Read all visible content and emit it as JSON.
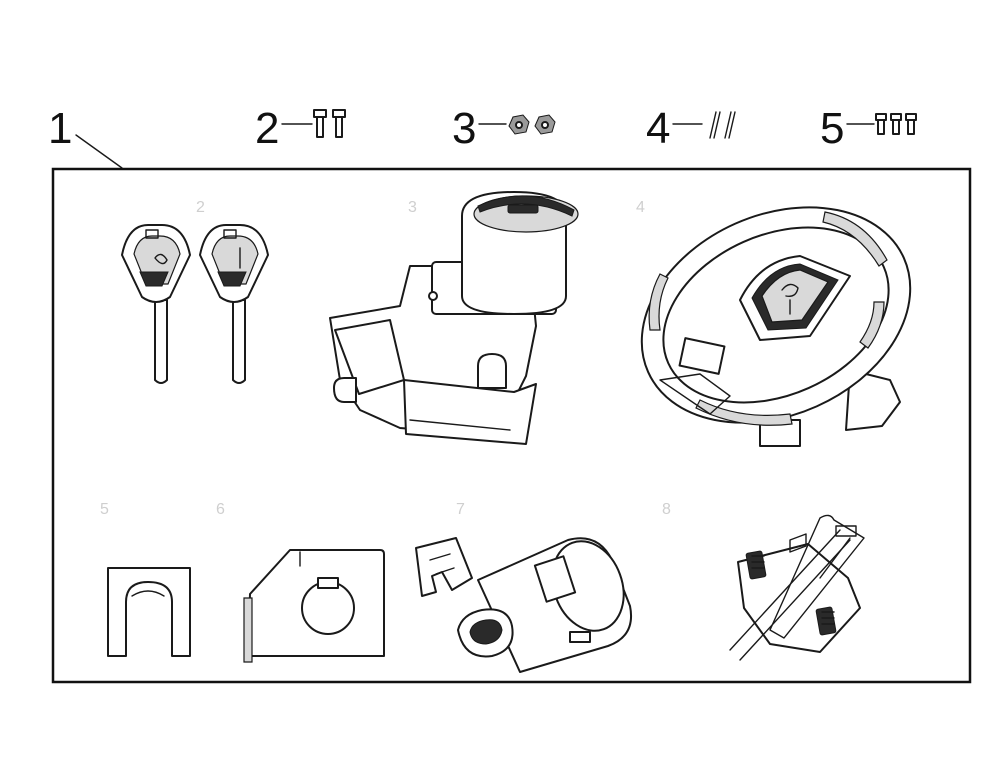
{
  "callouts": [
    {
      "id": "1",
      "label": "1"
    },
    {
      "id": "2",
      "label": "2"
    },
    {
      "id": "3",
      "label": "3"
    },
    {
      "id": "4",
      "label": "4"
    },
    {
      "id": "5",
      "label": "5"
    }
  ],
  "inner_labels": [
    "2",
    "3",
    "4",
    "5",
    "6",
    "7",
    "8"
  ],
  "colors": {
    "line": "#1a1a1a",
    "background": "#ffffff",
    "faint": "#cfcfcf"
  }
}
